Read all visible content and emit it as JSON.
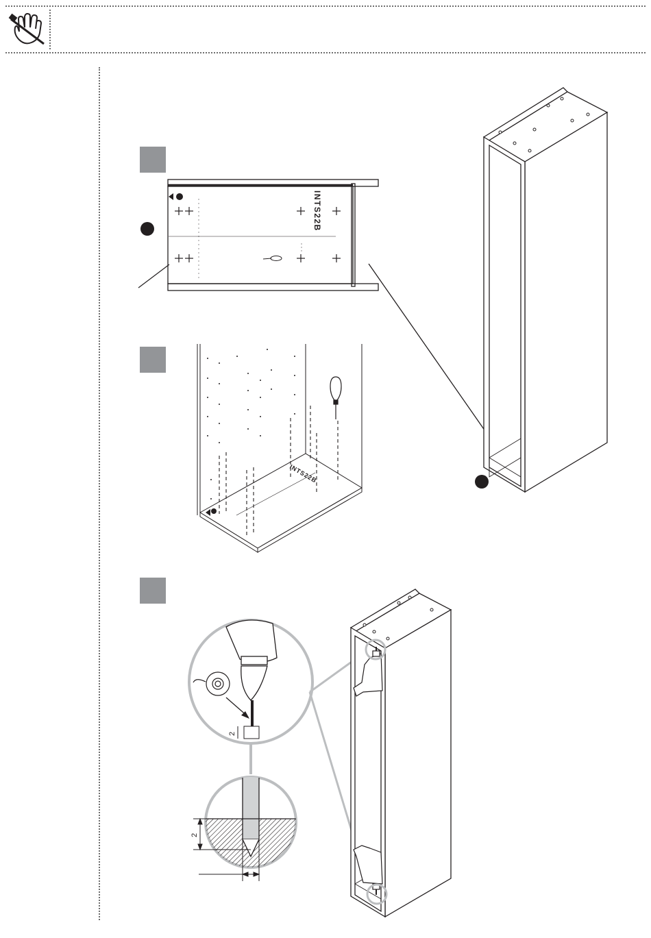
{
  "header": {
    "icon": "hand-with-tool-icon"
  },
  "panel_labels": {
    "panel_code": "INTS22B",
    "bottom_code": "INTS22B"
  },
  "dimensions": {
    "drill_depth_top": "2",
    "drill_depth_detail": "2"
  },
  "colors": {
    "step_box": "#939598",
    "ink": "#231f20",
    "callout_ring": "#bcbec0",
    "hatch": "#231f20"
  },
  "icons": [
    "hand-with-tool-icon",
    "awl-icon",
    "drill-icon",
    "tape-roll-icon",
    "drill-bit-icon"
  ]
}
